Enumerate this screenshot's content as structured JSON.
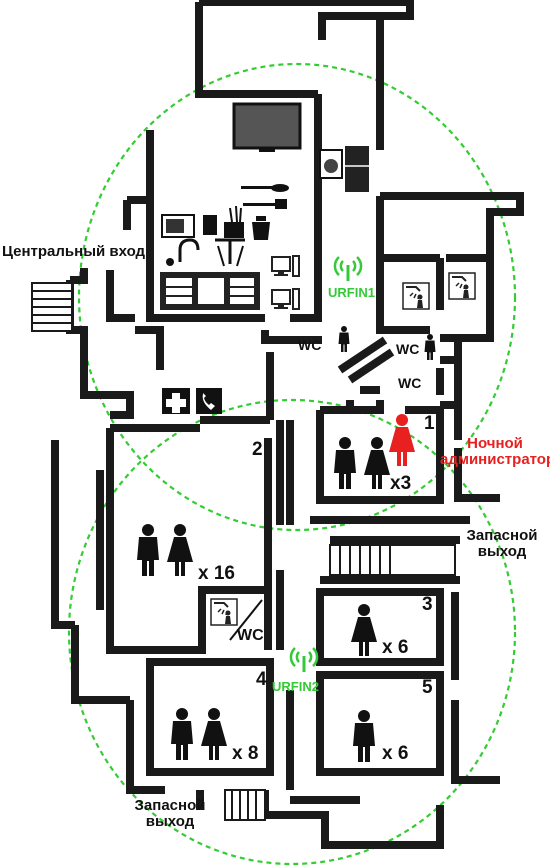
{
  "labels": {
    "central_entrance": "Центральный вход",
    "emergency_exit_right": "Запасной выход",
    "emergency_exit_bottom": "Запасной выход",
    "night_admin": "Ночной администратор"
  },
  "access_points": [
    {
      "name": "URFIN1"
    },
    {
      "name": "URFIN2"
    }
  ],
  "wc_labels": [
    "WC",
    "WC",
    "WC",
    "WC"
  ],
  "rooms": [
    {
      "number": "1",
      "guests": "x3"
    },
    {
      "number": "2",
      "guests": "x 16"
    },
    {
      "number": "3",
      "guests": "x 6"
    },
    {
      "number": "4",
      "guests": "x 8"
    },
    {
      "number": "5",
      "guests": "x 6"
    }
  ],
  "colors": {
    "wall": "#1a1a1a",
    "coverage": "#33cc33",
    "admin": "#e82020",
    "background": "#ffffff"
  },
  "icons": [
    "tv-icon",
    "washing-machine-icon",
    "fridge-icon",
    "cutlery-icon",
    "microwave-icon",
    "kettle-icon",
    "kitchen-sink-icon",
    "computer-icon",
    "shower-icon",
    "first-aid-icon",
    "phone-icon",
    "wifi-icon",
    "man-icon",
    "woman-icon"
  ]
}
